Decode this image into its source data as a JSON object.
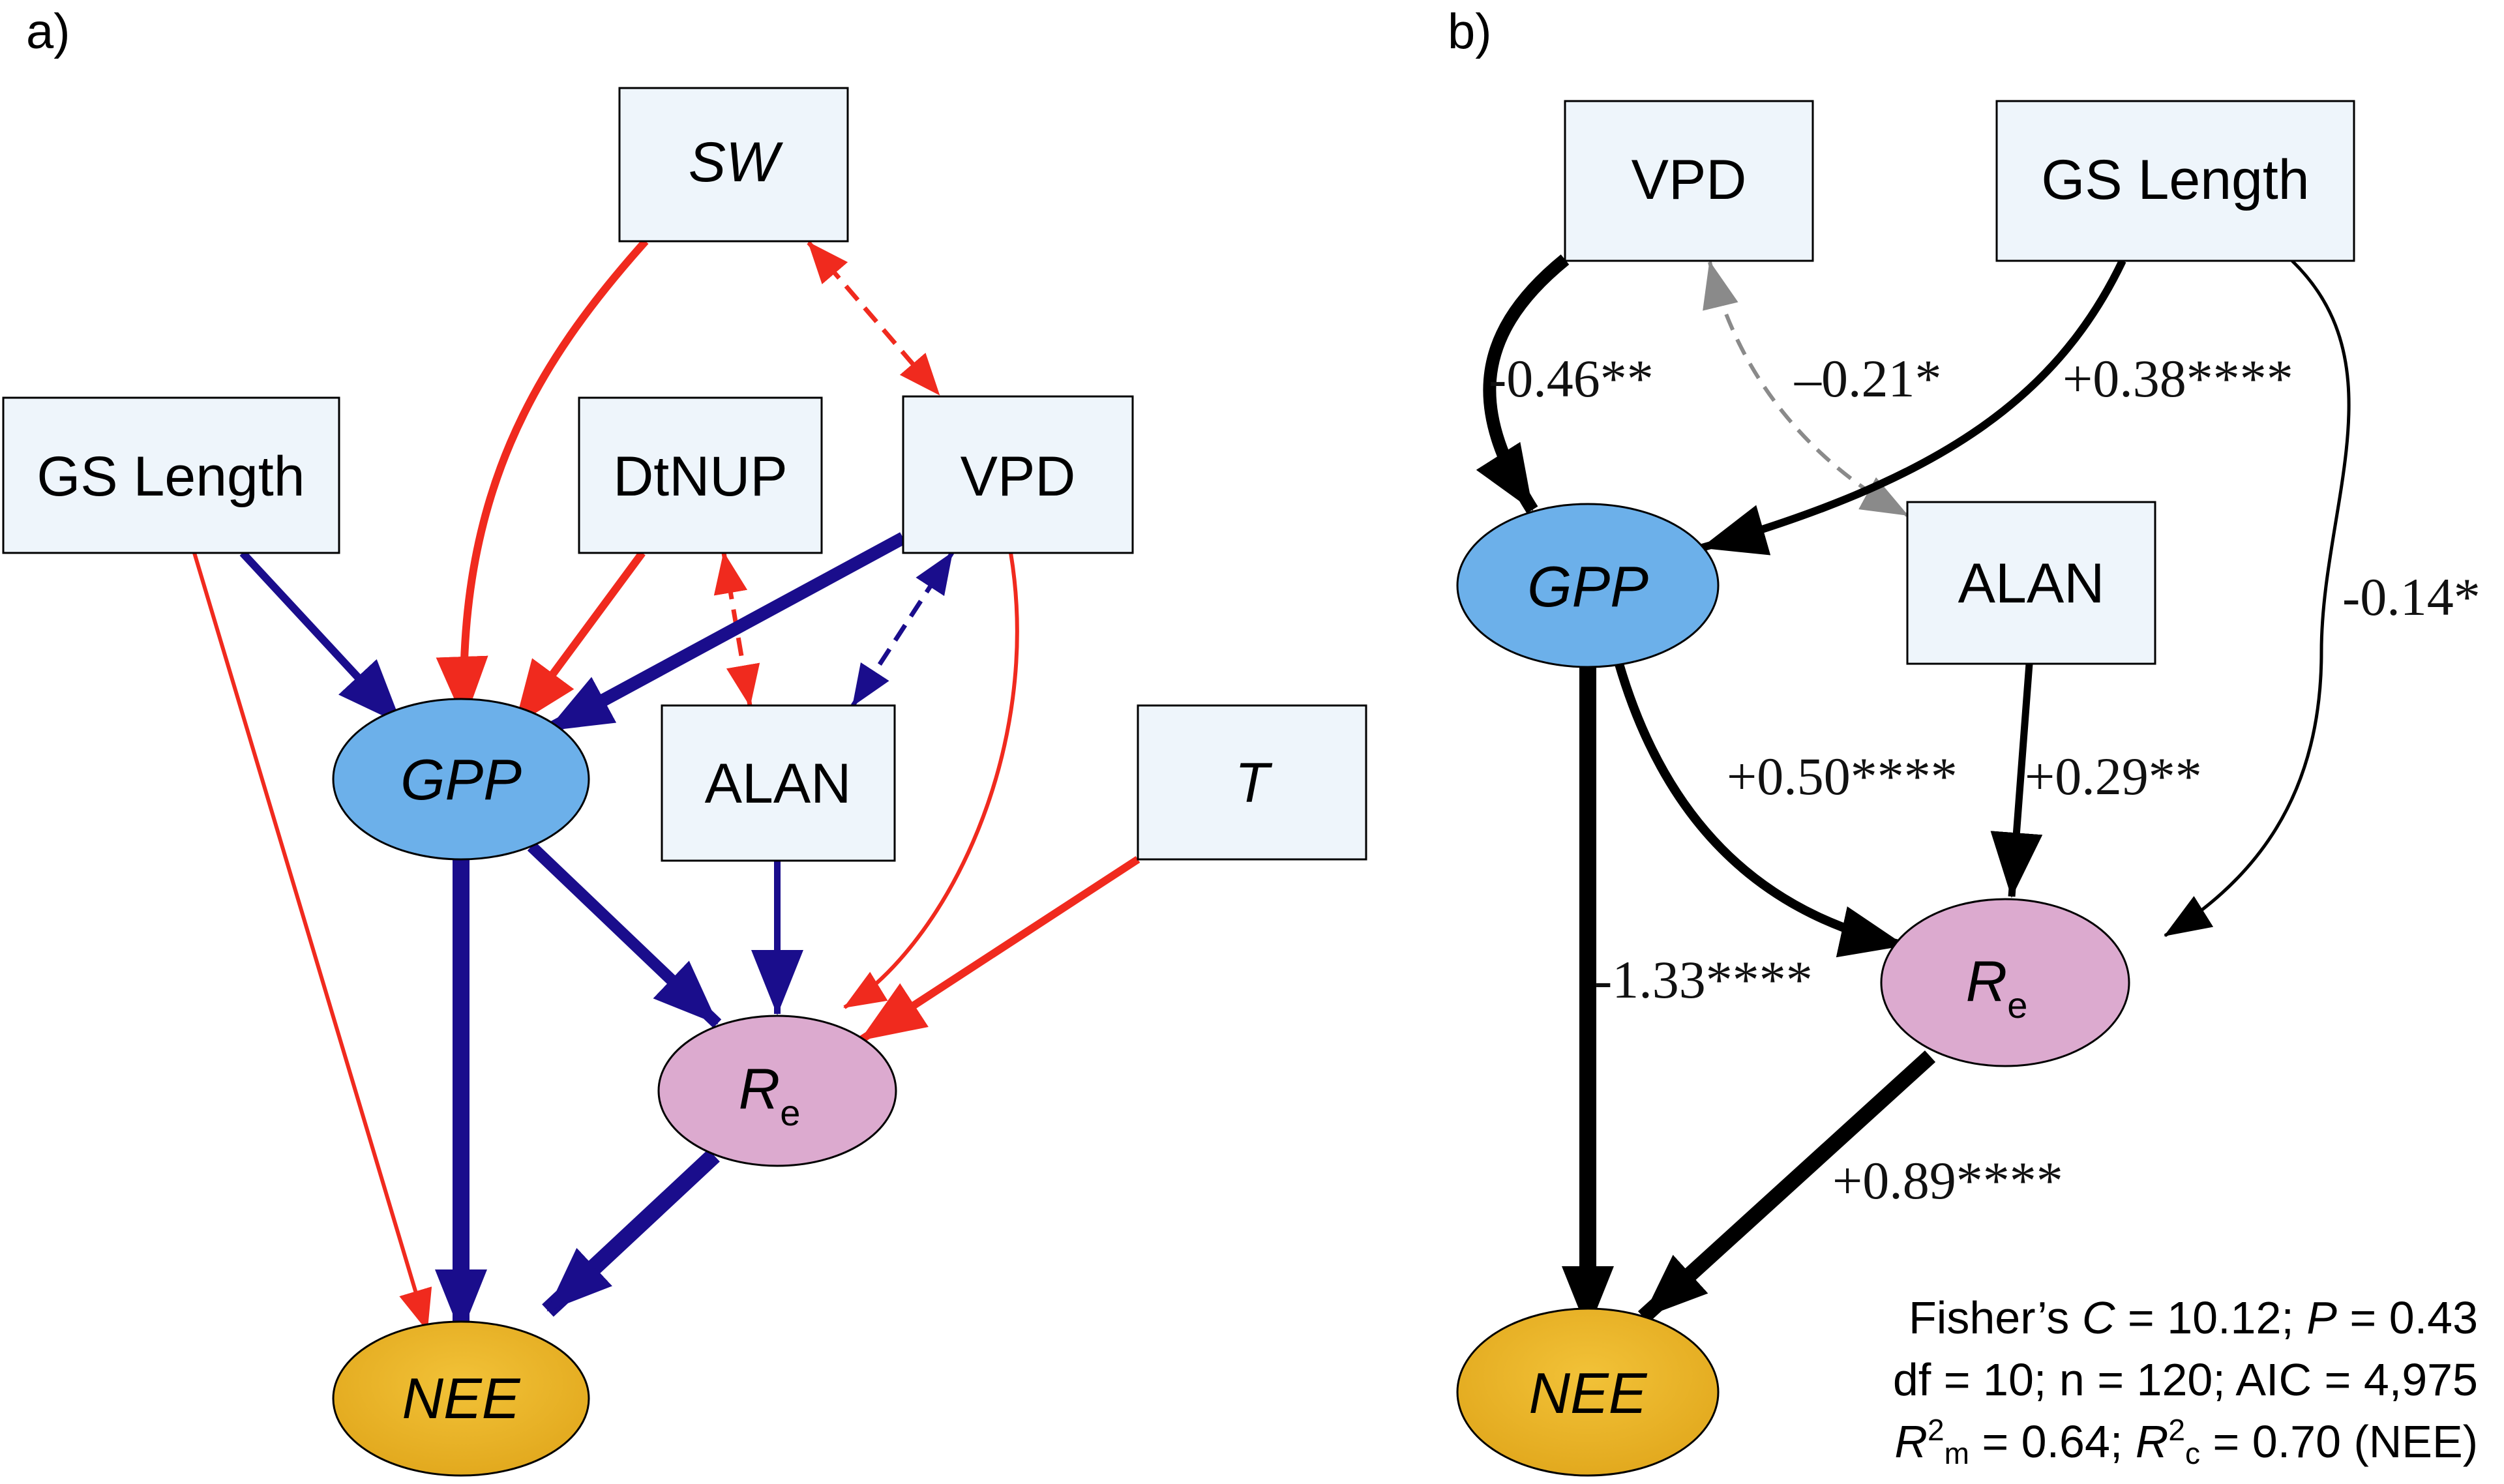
{
  "panel_a": {
    "label": "a)",
    "nodes": {
      "sw": "SW",
      "gs_length": "GS Length",
      "dtnup": "DtNUP",
      "vpd": "VPD",
      "gpp": "GPP",
      "alan": "ALAN",
      "t": "T",
      "re_main": "R",
      "re_sub": "e",
      "nee": "NEE"
    }
  },
  "panel_b": {
    "label": "b)",
    "nodes": {
      "vpd": "VPD",
      "gs_length": "GS Length",
      "gpp": "GPP",
      "alan": "ALAN",
      "re_main": "R",
      "re_sub": "e",
      "nee": "NEE"
    },
    "coefficients": {
      "vpd_gpp": "-0.46**",
      "vpd_alan": "–0.21*",
      "gs_gpp": "+0.38****",
      "gs_re": "-0.14*",
      "gpp_re": "+0.50****",
      "alan_re": "+0.29**",
      "gpp_nee": "-1.33****",
      "re_nee": "+0.89****"
    },
    "stats": {
      "l1a": "Fisher’s ",
      "l1b": "C",
      "l1c": " = 10.12;  ",
      "l1d": "P",
      "l1e": " = 0.43",
      "l2": "df = 10; n = 120; AIC = 4,975",
      "l3a": "R",
      "l3b": "2",
      "l3c": "m",
      "l3d": " = 0.64; ",
      "l3e": "R",
      "l3f": "2",
      "l3g": "c",
      "l3h": " = 0.70 (NEE)"
    }
  },
  "colors": {
    "box_fill": "#eef5fb",
    "gpp_fill": "#6cb0ea",
    "re_fill": "#dcaacf",
    "nee_fill": "#e9b42d",
    "positive_navy": "#1a0d8c",
    "negative_red": "#f02a1e",
    "black": "#000000",
    "gray_dashed": "#8a8a8a"
  }
}
